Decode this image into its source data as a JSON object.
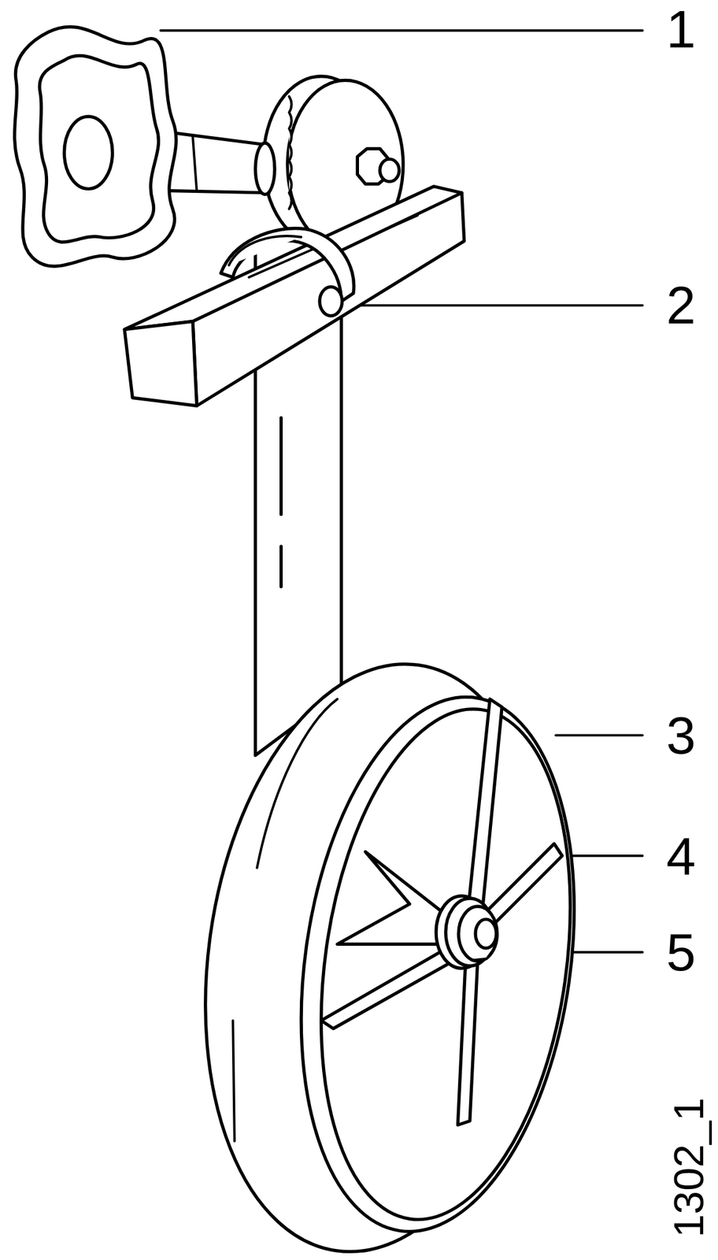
{
  "diagram": {
    "labels": [
      "1",
      "2",
      "3",
      "4",
      "5",
      "1302_1"
    ]
  }
}
